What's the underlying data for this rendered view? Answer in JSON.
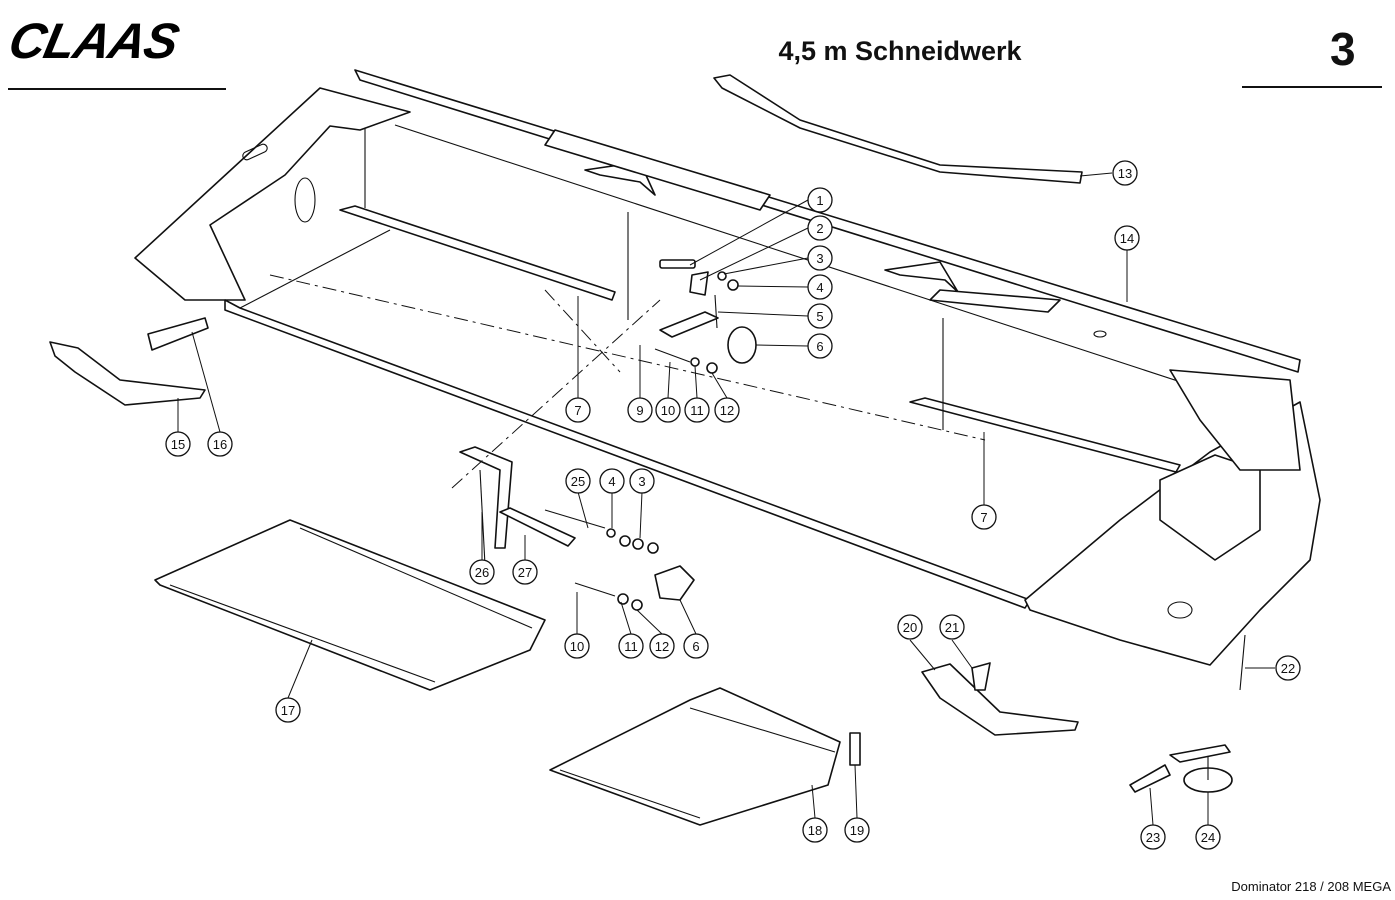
{
  "header": {
    "brand": "CLAAS",
    "title": "4,5 m Schneidwerk",
    "sheet_number": "3"
  },
  "footer": {
    "model": "Dominator 218 / 208 MEGA"
  },
  "callouts": [
    {
      "id": "c1",
      "label": "1"
    },
    {
      "id": "c2",
      "label": "2"
    },
    {
      "id": "c3a",
      "label": "3"
    },
    {
      "id": "c4a",
      "label": "4"
    },
    {
      "id": "c5",
      "label": "5"
    },
    {
      "id": "c6a",
      "label": "6"
    },
    {
      "id": "c7a",
      "label": "7"
    },
    {
      "id": "c9",
      "label": "9"
    },
    {
      "id": "c10a",
      "label": "10"
    },
    {
      "id": "c11a",
      "label": "11"
    },
    {
      "id": "c12a",
      "label": "12"
    },
    {
      "id": "c13",
      "label": "13"
    },
    {
      "id": "c14",
      "label": "14"
    },
    {
      "id": "c15",
      "label": "15"
    },
    {
      "id": "c16",
      "label": "16"
    },
    {
      "id": "c7b",
      "label": "7"
    },
    {
      "id": "c25",
      "label": "25"
    },
    {
      "id": "c4b",
      "label": "4"
    },
    {
      "id": "c3b",
      "label": "3"
    },
    {
      "id": "c26",
      "label": "26"
    },
    {
      "id": "c27",
      "label": "27"
    },
    {
      "id": "c10b",
      "label": "10"
    },
    {
      "id": "c11b",
      "label": "11"
    },
    {
      "id": "c12b",
      "label": "12"
    },
    {
      "id": "c6b",
      "label": "6"
    },
    {
      "id": "c17",
      "label": "17"
    },
    {
      "id": "c20",
      "label": "20"
    },
    {
      "id": "c21",
      "label": "21"
    },
    {
      "id": "c22",
      "label": "22"
    },
    {
      "id": "c18",
      "label": "18"
    },
    {
      "id": "c19",
      "label": "19"
    },
    {
      "id": "c23",
      "label": "23"
    },
    {
      "id": "c24",
      "label": "24"
    }
  ]
}
